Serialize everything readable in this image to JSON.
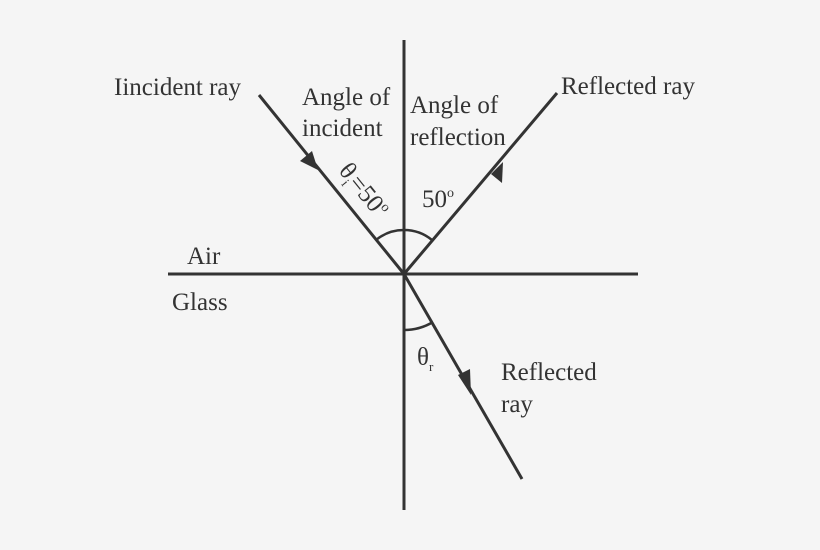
{
  "media": {
    "air": "Air",
    "glass": "Glass"
  },
  "incident": {
    "ray_label": "Iincident ray",
    "angle_label_line1": "Angle of",
    "angle_label_line2": "incident",
    "theta_symbol": "θ",
    "theta_subscript": "i",
    "angle_value": "=50",
    "degree_mark": "o"
  },
  "reflection": {
    "ray_label": "Reflected ray",
    "angle_label_line1": "Angle of",
    "angle_label_line2": "reflection",
    "angle_value": "50",
    "degree_mark": "o"
  },
  "refraction": {
    "ray_label_line1": "Reflected",
    "ray_label_line2": "ray",
    "theta_symbol": "θ",
    "theta_subscript": "r"
  },
  "colors": {
    "stroke": "#333333",
    "background": "#f5f5f5"
  }
}
